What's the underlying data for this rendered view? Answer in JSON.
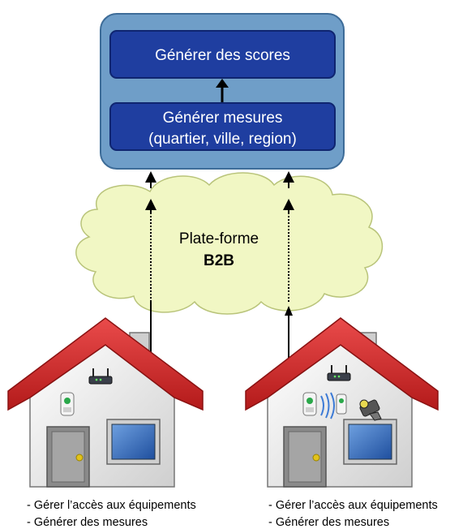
{
  "server": {
    "box_top_label": "Générer des scores",
    "box_bottom_line1": "Générer mesures",
    "box_bottom_line2": "(quartier, ville, region)"
  },
  "cloud": {
    "line1": "Plate-forme",
    "line2": "B2B"
  },
  "houses": [
    {
      "line1": "- Gérer l’accès aux équipements",
      "line2": "- Générer des mesures",
      "devices": [
        "router-icon",
        "motion-sensor-icon"
      ]
    },
    {
      "line1": "- Gérer l’accès aux équipements",
      "line2": "- Générer des mesures",
      "devices": [
        "router-icon",
        "motion-sensor-icon",
        "wireless-sensor-icon",
        "camera-icon"
      ]
    }
  ],
  "colors": {
    "server_outer": "#6f9ec8",
    "server_box": "#1f3ea0",
    "cloud": "#f1f7c4",
    "roof": "#d62a2a",
    "wall": "#e9e9e9",
    "door": "#8a8a8a",
    "window": "#3f76c4"
  }
}
